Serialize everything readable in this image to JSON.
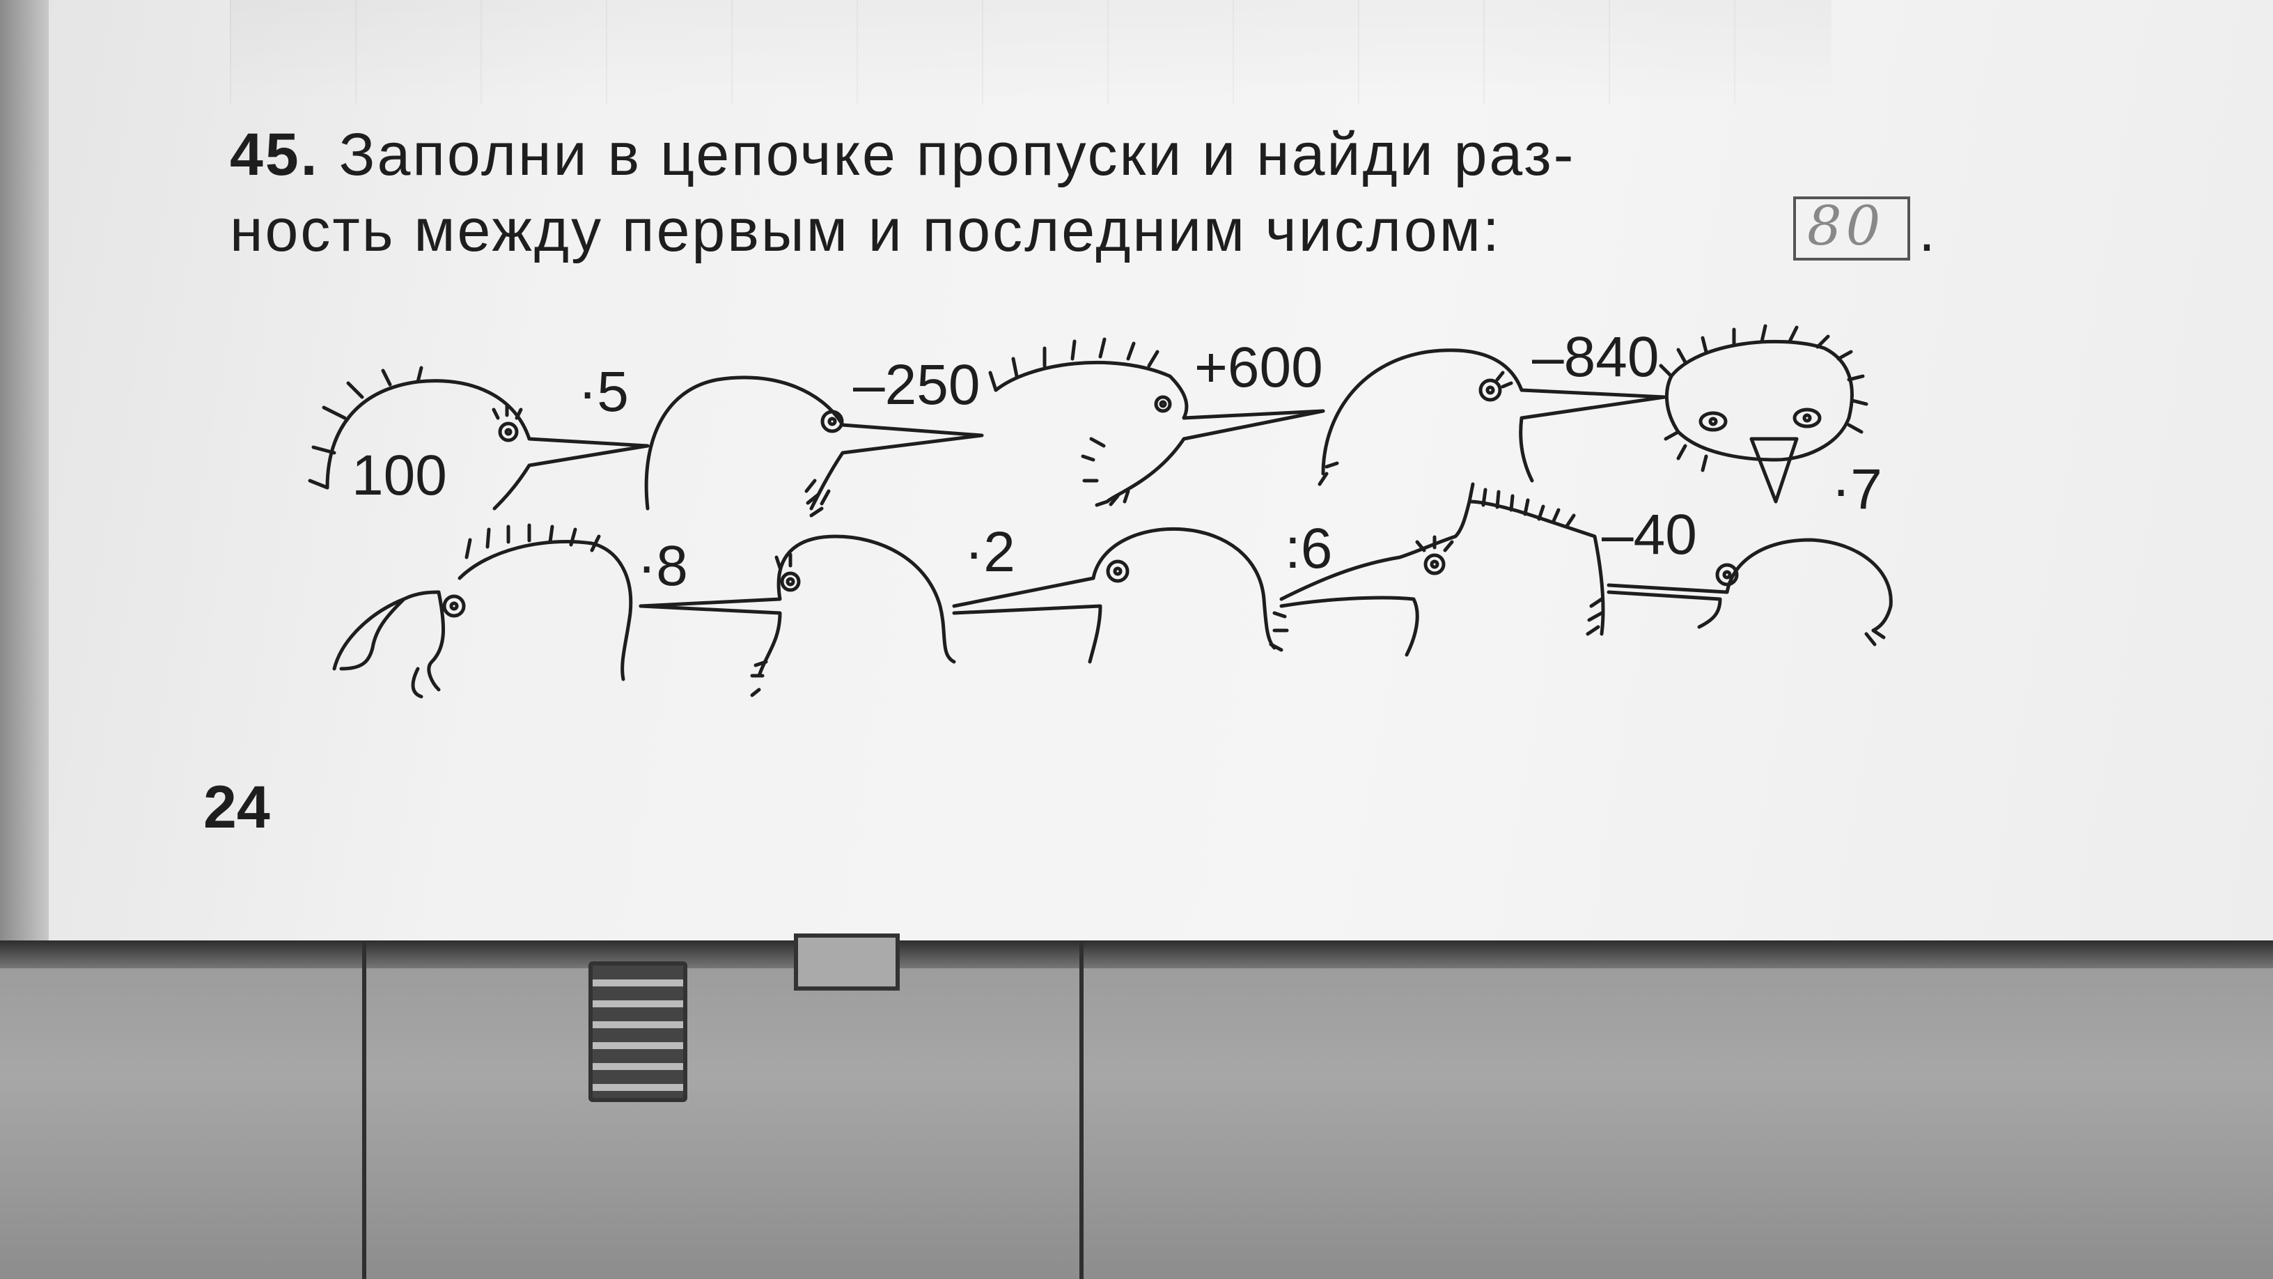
{
  "exercise": {
    "number": "45.",
    "text_line1": "Заполни в цепочке пропуски и найди раз-",
    "text_line2": "ность между первым и последним числом:",
    "answer_handwritten": "80",
    "end_punct": "."
  },
  "chain": {
    "start_value": "100",
    "row1_operations": [
      "·5",
      "–250",
      "+600",
      "–840",
      "·7"
    ],
    "row2_operations": [
      "·8",
      "·2",
      ":6",
      "–40"
    ]
  },
  "page_number": "24"
}
